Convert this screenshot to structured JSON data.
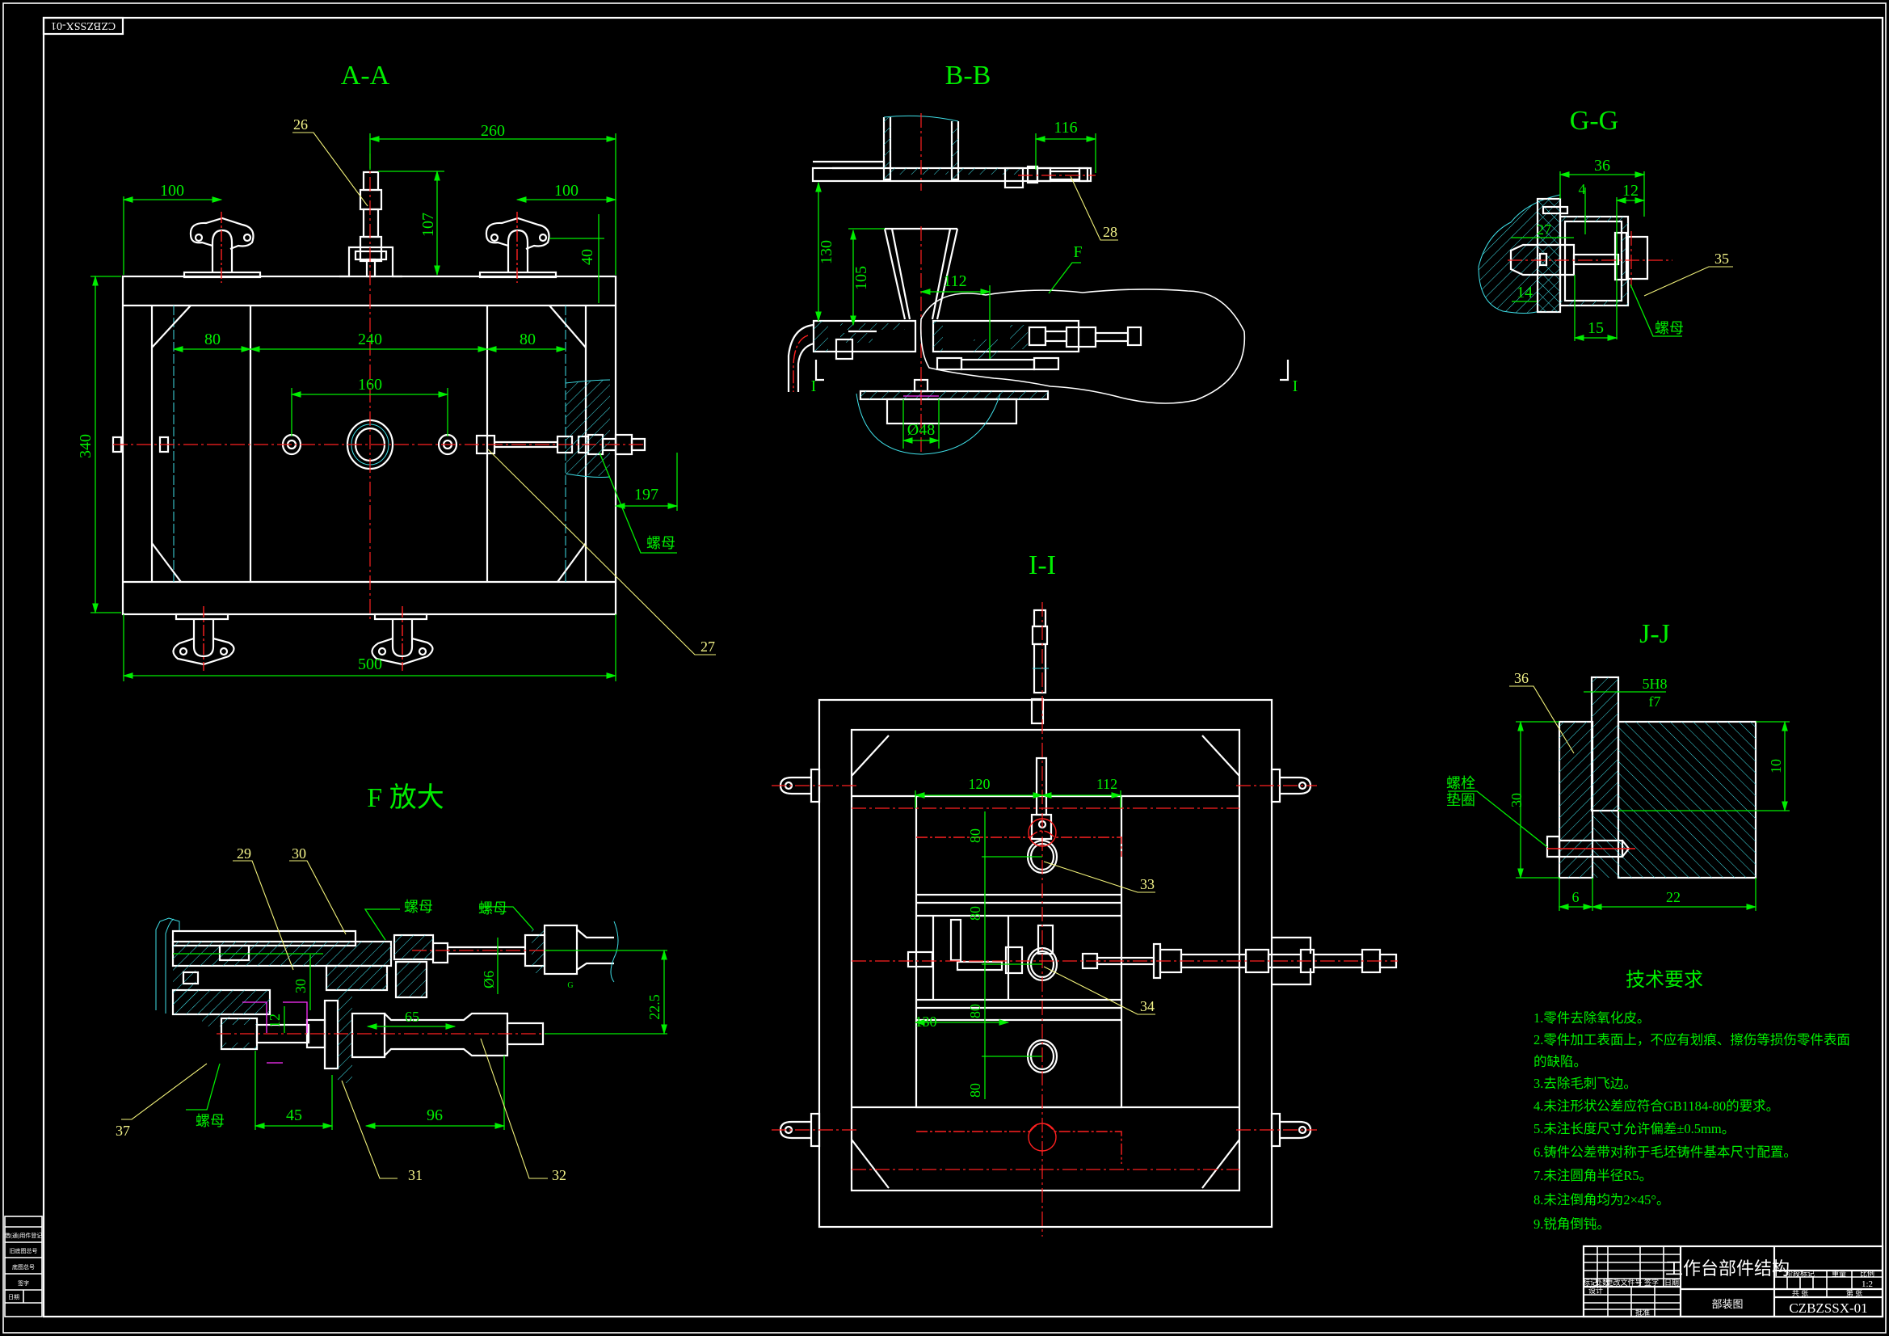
{
  "drawing": {
    "corner_code": "CZBZSSX-01",
    "border_color": "#ffffff",
    "dimension_color": "#00ee00",
    "leader_color": "#f5f58a",
    "centerline_color": "#ff2020",
    "hatch_color": "#3fe0e8"
  },
  "views": {
    "aa": {
      "title": "A-A",
      "dims": {
        "d260": "260",
        "d100l": "100",
        "d100r": "100",
        "d107": "107",
        "d40": "40",
        "d80l": "80",
        "d240": "240",
        "d80r": "80",
        "d160": "160",
        "d340": "340",
        "d197": "197",
        "d500": "500"
      },
      "labels": {
        "p26": "26",
        "p27": "27",
        "nut": "螺母"
      }
    },
    "bb": {
      "title": "B-B",
      "dims": {
        "d116": "116",
        "d130": "130",
        "d105": "105",
        "d112": "112",
        "d48": "Ø48"
      },
      "labels": {
        "p28": "28",
        "f": "F",
        "i_left": "I",
        "i_right": "I"
      }
    },
    "gg": {
      "title": "G-G",
      "dims": {
        "d36": "36",
        "d12": "12",
        "d4": "4",
        "d27": "27",
        "d14": "14",
        "d15": "15"
      },
      "labels": {
        "p35": "35",
        "nut": "螺母"
      }
    },
    "ff": {
      "title": "F 放大",
      "dims": {
        "d30": "30",
        "d12": "12",
        "d6": "Ø6",
        "d225": "22.5",
        "d65": "65",
        "d45": "45",
        "d96": "96"
      },
      "labels": {
        "p29": "29",
        "p30": "30",
        "p31": "31",
        "p32": "32",
        "p37": "37",
        "nut1": "螺母",
        "nut2": "螺母",
        "nut3": "螺母",
        "g": "G"
      }
    },
    "ii": {
      "title": "I-I",
      "dims": {
        "d120": "120",
        "d112": "112",
        "d80a": "80",
        "d80b": "80",
        "d80c": "80",
        "d80d": "80",
        "d130": "130"
      },
      "labels": {
        "p33": "33",
        "p34": "34"
      }
    },
    "jj": {
      "title": "J-J",
      "dims": {
        "fit_top": "5H8",
        "fit_bot": "f7",
        "d30": "30",
        "d10": "10",
        "d6": "6",
        "d22": "22"
      },
      "labels": {
        "p36": "36",
        "bolt": "螺栓",
        "washer": "垫圈"
      }
    }
  },
  "tech_requirements": {
    "title": "技术要求",
    "items": [
      "1.零件去除氧化皮。",
      "2.零件加工表面上，不应有划痕、擦伤等损伤零件表面",
      "的缺陷。",
      "3.去除毛刺飞边。",
      "4.未注形状公差应符合GB1184-80的要求。",
      "5.未注长度尺寸允许偏差±0.5mm。",
      "6.铸件公差带对称于毛坯铸件基本尺寸配置。",
      "7.未注圆角半径R5。",
      "8.未注倒角均为2×45°。",
      "9.锐角倒钝。"
    ]
  },
  "title_block": {
    "name": "工作台部件结构",
    "type": "部装图",
    "code": "CZBZSSX-01",
    "scale": "1:2",
    "headers": {
      "mark": "标记",
      "count": "处数",
      "doc": "更改文件号",
      "sign": "签字",
      "date": "日期",
      "design": "设计",
      "audit": "审核",
      "process": "工艺",
      "approve": "批准",
      "stage": "阶段标记",
      "weight": "重量",
      "ratio": "比例",
      "sheet_total": "共 张",
      "sheet_no": "第 张"
    }
  },
  "side_strip": {
    "rows": [
      "借(通)用件登记",
      "旧底图总号",
      "底图总号",
      "签字",
      "日期"
    ]
  }
}
